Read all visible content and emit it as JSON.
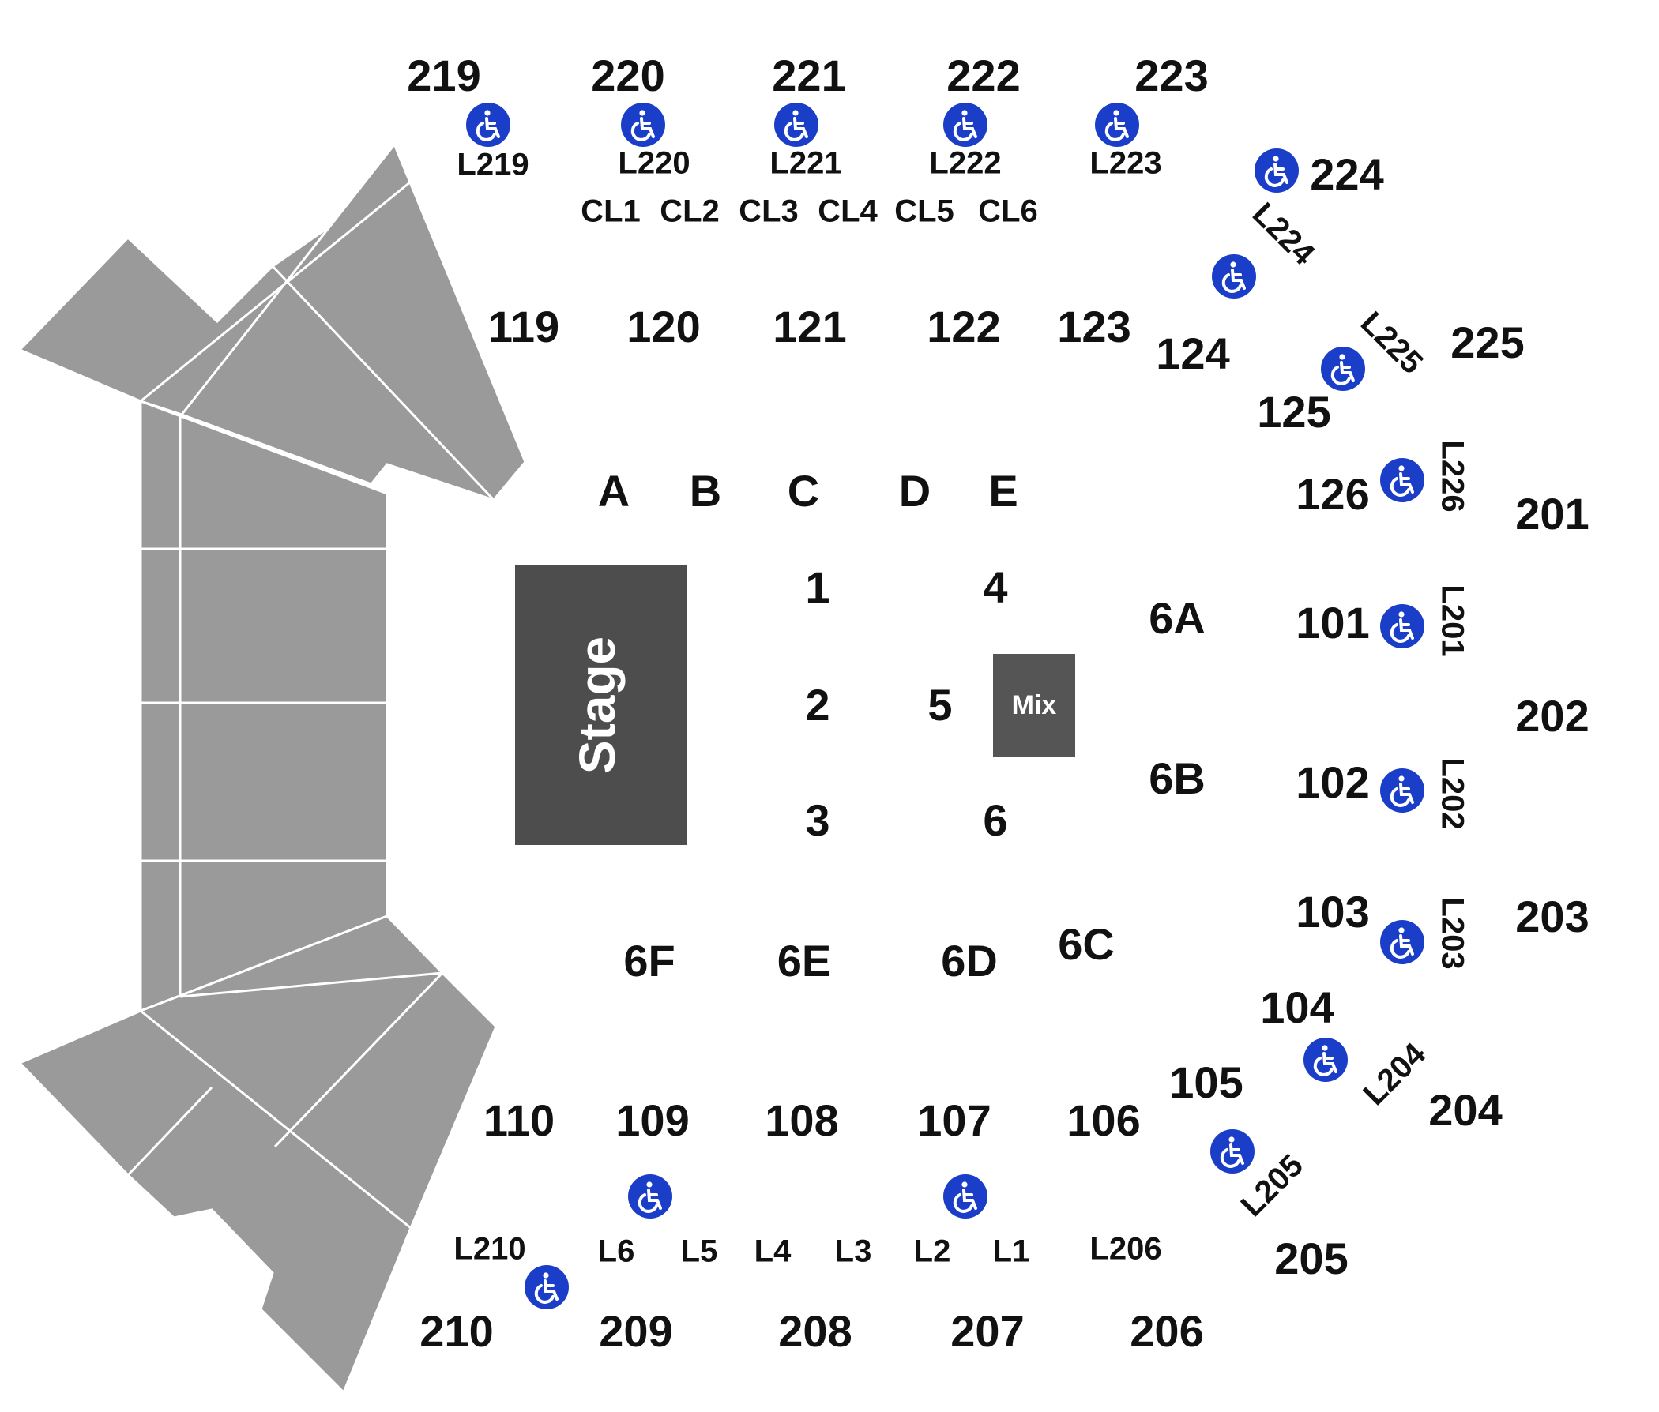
{
  "stage_label": "Stage",
  "mix_label": "Mix",
  "colors": {
    "seat_block": "#9a9a9a",
    "stage": "#4d4d4d",
    "mix": "#555555",
    "accessible": "#1b3ec9"
  },
  "accessible_icon": "wheelchair-icon",
  "floor_letters": [
    "A",
    "B",
    "C",
    "D",
    "E"
  ],
  "floor_numbers": [
    "1",
    "2",
    "3",
    "4",
    "5",
    "6"
  ],
  "floor_sections": [
    "6A",
    "6B",
    "6C",
    "6D",
    "6E",
    "6F"
  ],
  "lower_sections": [
    "119",
    "120",
    "121",
    "122",
    "123",
    "124",
    "125",
    "126",
    "101",
    "102",
    "103",
    "104",
    "105",
    "106",
    "107",
    "108",
    "109",
    "110"
  ],
  "upper_sections": [
    "219",
    "220",
    "221",
    "222",
    "223",
    "224",
    "225",
    "201",
    "202",
    "203",
    "204",
    "205",
    "206",
    "207",
    "208",
    "209",
    "210"
  ],
  "club_boxes": [
    "CL1",
    "CL2",
    "CL3",
    "CL4",
    "CL5",
    "CL6"
  ],
  "lodges": [
    "L219",
    "L220",
    "L221",
    "L222",
    "L223",
    "L224",
    "L225",
    "L226",
    "L201",
    "L202",
    "L203",
    "L204",
    "L205",
    "L206",
    "L1",
    "L2",
    "L3",
    "L4",
    "L5",
    "L6",
    "L210"
  ]
}
